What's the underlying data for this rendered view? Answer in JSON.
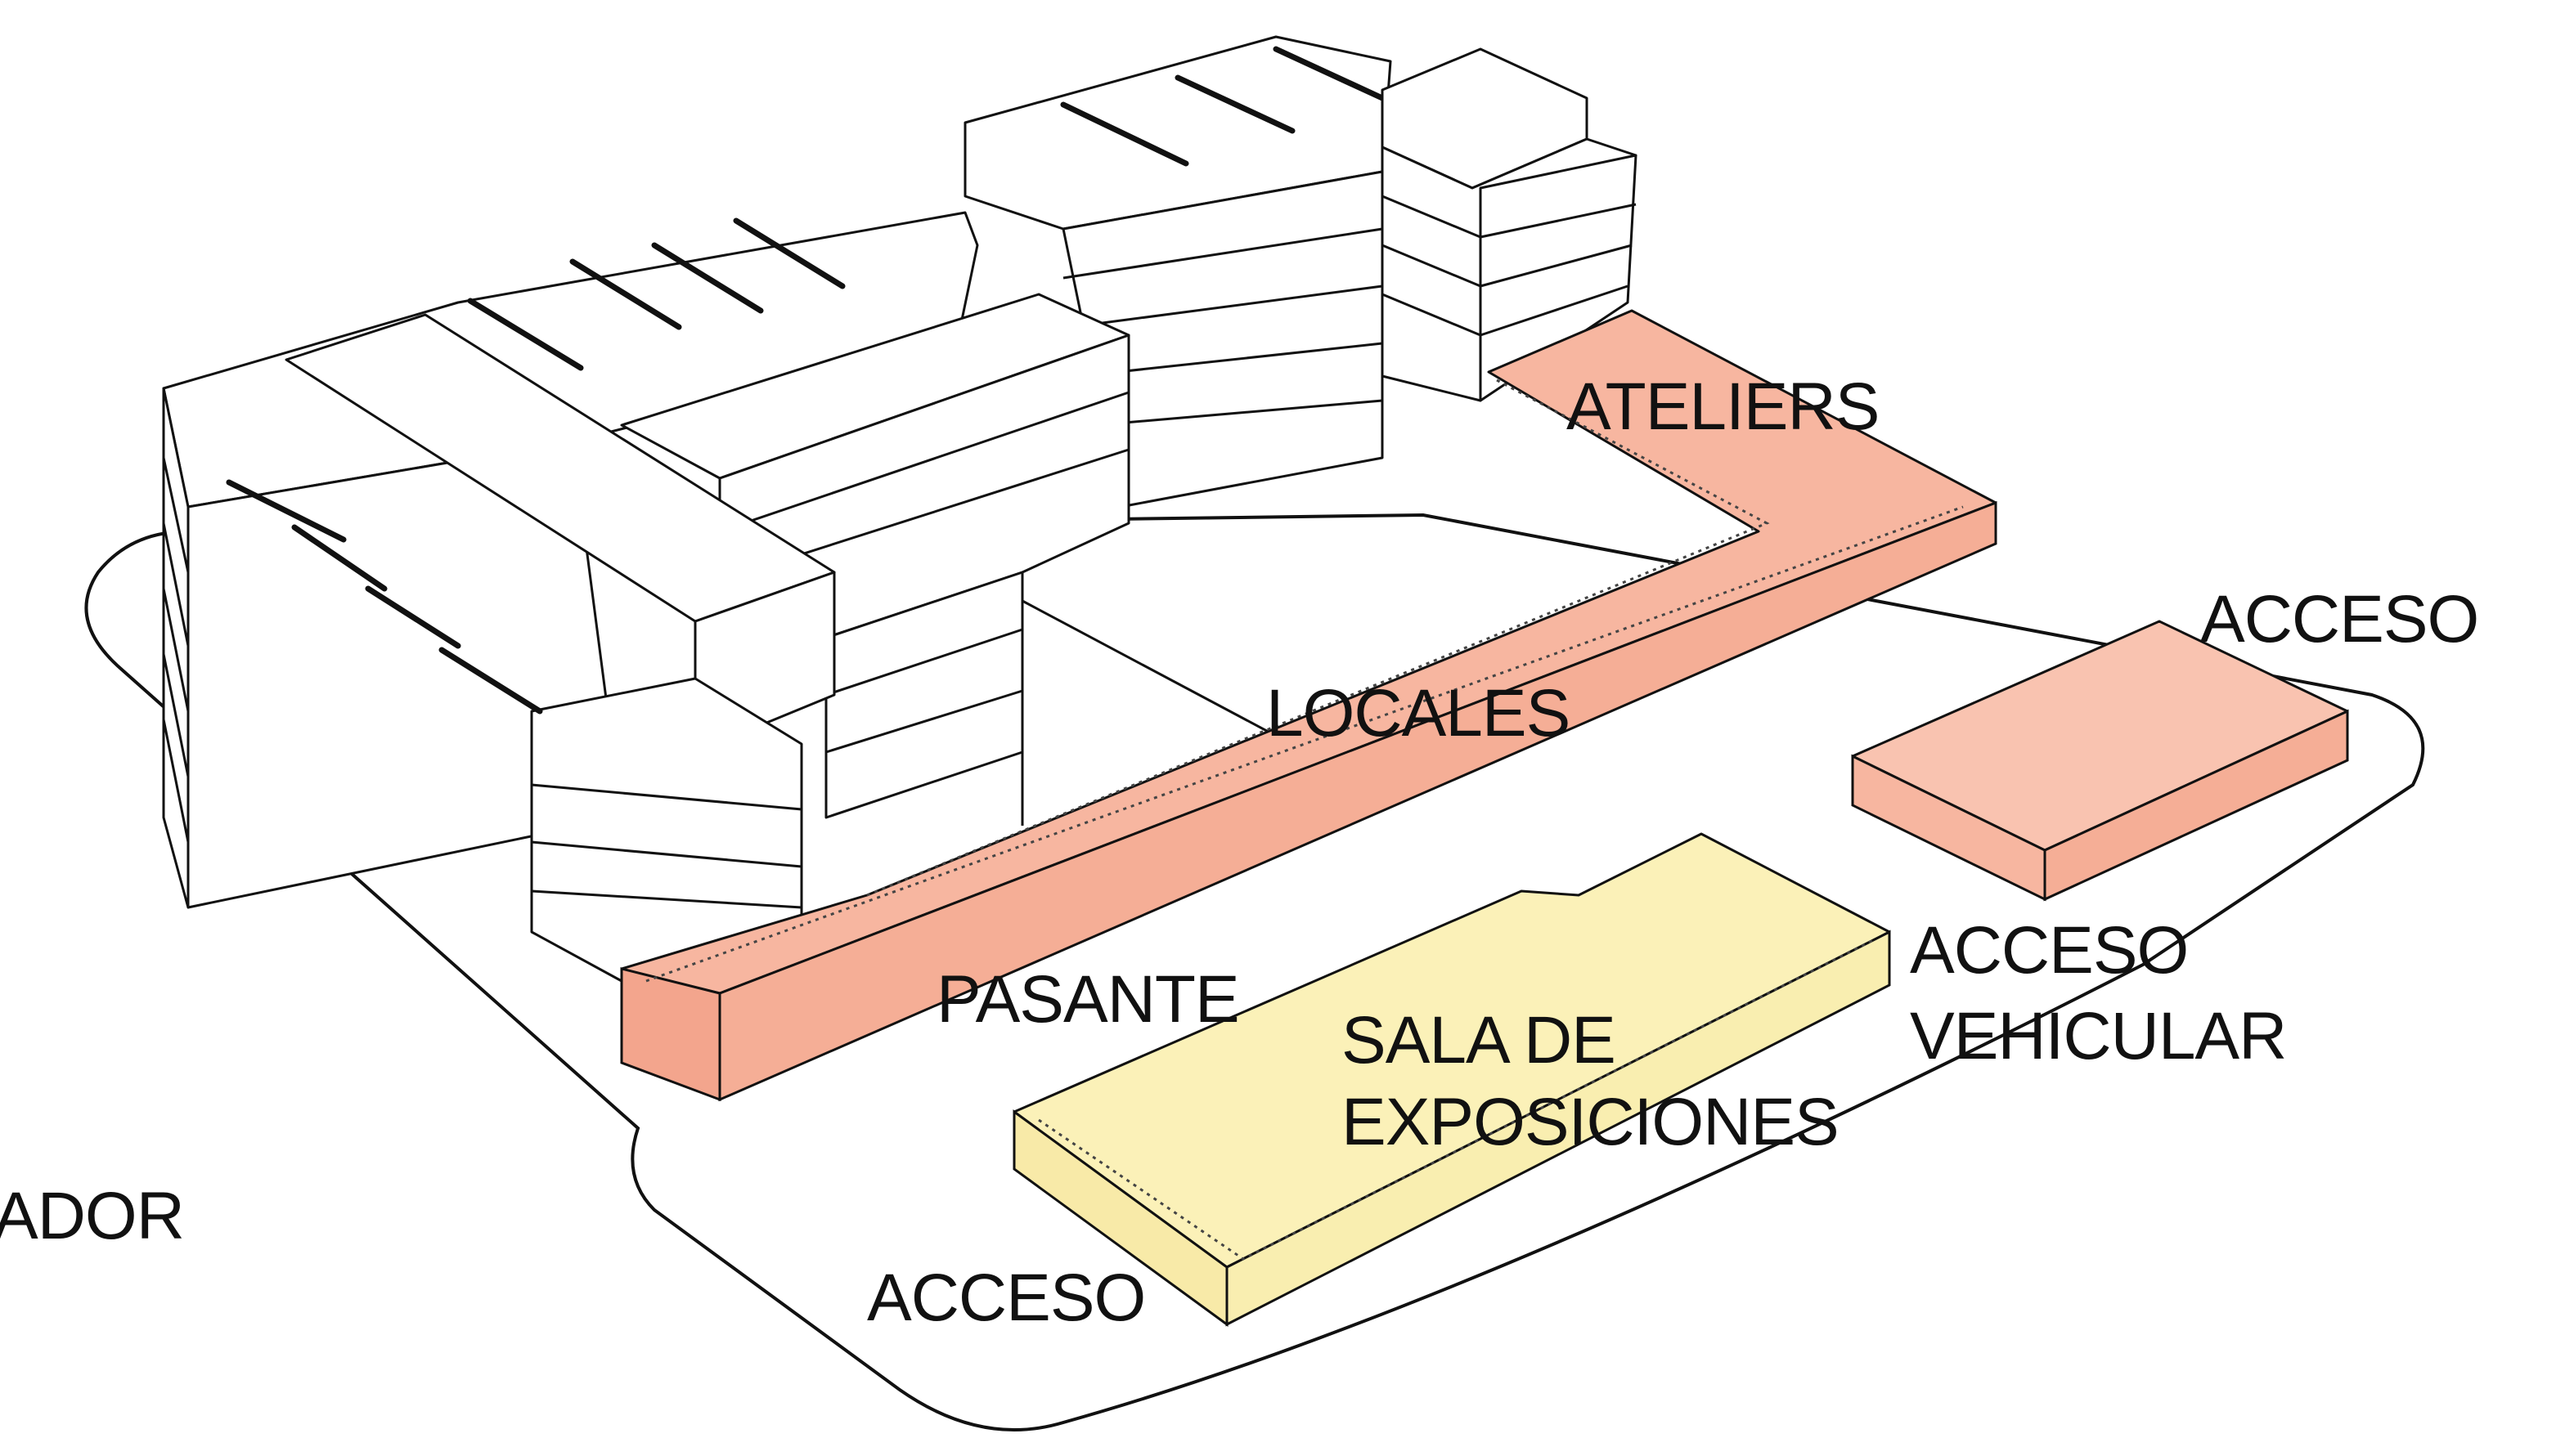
{
  "labels": {
    "ateliers": "ATELIERS",
    "locales": "LOCALES",
    "pasante": "PASANTE",
    "acceso_top_right": "ACCESO",
    "acceso_vehicular_line1": "ACCESO",
    "acceso_vehicular_line2": "VEHICULAR",
    "sala_line1": "SALA DE",
    "sala_line2": "EXPOSICIONES",
    "acceso_bottom": "ACCESO",
    "cropped_left": "ADOR"
  },
  "colors": {
    "salmon": "#f7b6a0",
    "salmon_light": "#f9c3b0",
    "yellow": "#fbf1b8",
    "outline": "#111111"
  }
}
